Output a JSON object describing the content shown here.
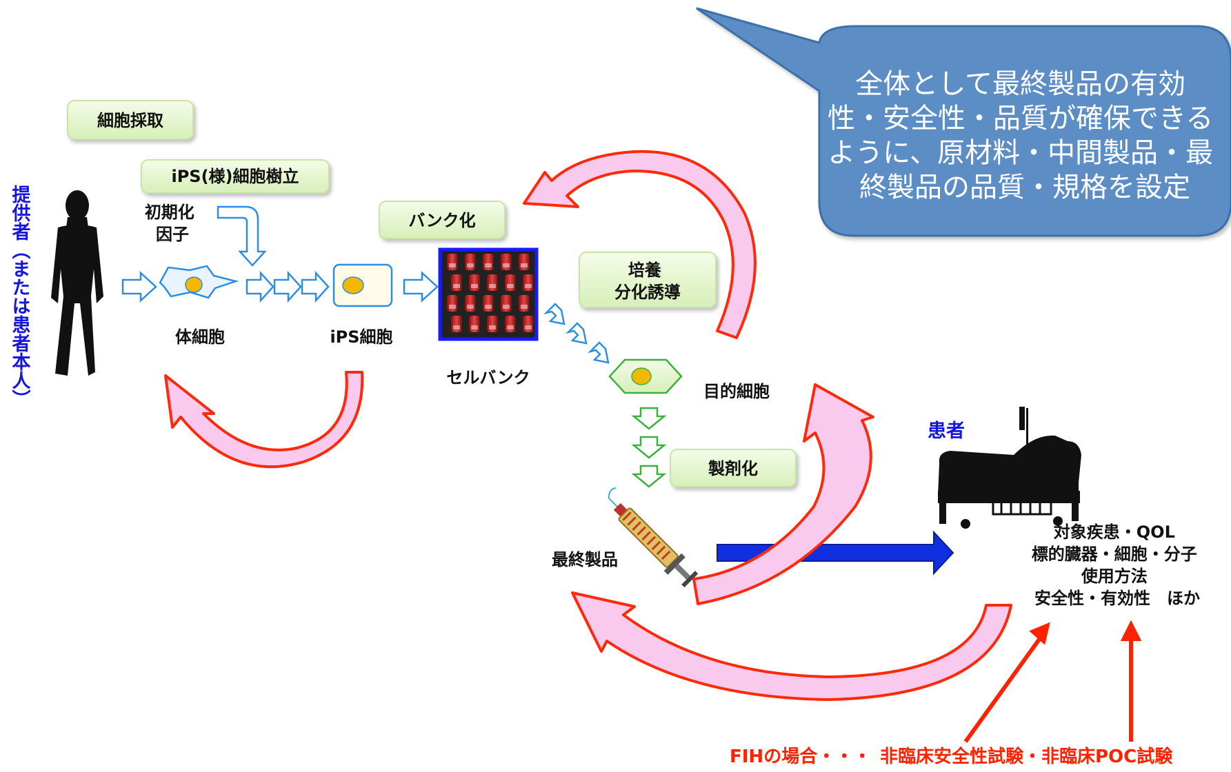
{
  "donor": {
    "label": "提供者（または患者本人）"
  },
  "steps": {
    "cell_collection": "細胞採取",
    "ips_establishment": "iPS(様)細胞樹立",
    "banking": "バンク化",
    "culture": [
      "培養",
      "分化誘導"
    ],
    "formulation": "製剤化"
  },
  "factors": {
    "line1": "初期化",
    "line2": "因子"
  },
  "cells": {
    "somatic": "体細胞",
    "ips": "iPS細胞",
    "cell_bank": "セルバンク",
    "target": "目的細胞",
    "final_product": "最終製品"
  },
  "patient": {
    "label": "患者",
    "considerations": [
      "対象疾患・QOL",
      "標的臓器・細胞・分子",
      "使用方法",
      "安全性・有効性　ほか"
    ]
  },
  "callout": {
    "lines": [
      "全体として最終製品の有効",
      "性・安全性・品質が確保できる",
      "ように、原材料・中間製品・最",
      "終製品の品質・規格を設定"
    ]
  },
  "footer": {
    "prefix": "FIHの場合・・・",
    "tests": "非臨床安全性試験・非臨床POC試験"
  },
  "colors": {
    "donor_text": "#1515e0",
    "footer_text": "#ff2200",
    "callout_fill": "#5b8ec5",
    "loop_fill": "#f9c9ee",
    "loop_stroke": "#ff2a0a",
    "label_box": "#e4f6cc",
    "flow_arrow": "#1030e0"
  }
}
